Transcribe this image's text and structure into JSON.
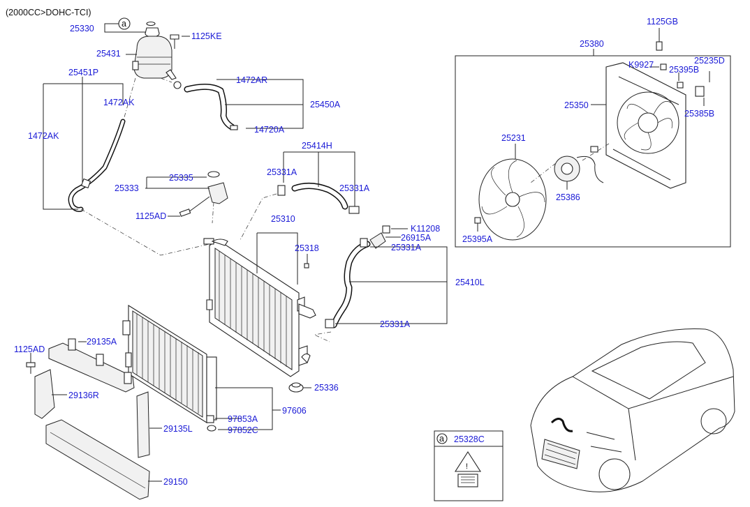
{
  "engine_note": "(2000CC>DOHC-TCI)",
  "callout_letter": "a",
  "inset": {
    "letter": "a",
    "part_no": "25328C"
  },
  "labels": {
    "p25330": "25330",
    "p1125KE": "1125KE",
    "p25431": "25431",
    "p25451P": "25451P",
    "p1472AK_1": "1472AK",
    "p1472AK_2": "1472AK",
    "p1472AR": "1472AR",
    "p25450A": "25450A",
    "p14720A": "14720A",
    "p25414H": "25414H",
    "p25331A_1": "25331A",
    "p25331A_2": "25331A",
    "p25335": "25335",
    "p25333": "25333",
    "p1125AD_1": "1125AD",
    "p25310": "25310",
    "p25318": "25318",
    "pK11208": "K11208",
    "p26915A": "26915A",
    "p25331A_3": "25331A",
    "p25410L": "25410L",
    "p25331A_4": "25331A",
    "p1125AD_2": "1125AD",
    "p29135A": "29135A",
    "p29136R": "29136R",
    "p25336": "25336",
    "p97606": "97606",
    "p97853A": "97853A",
    "p29135L": "29135L",
    "p97852C": "97852C",
    "p29150": "29150",
    "p1125GB": "1125GB",
    "p25380": "25380",
    "pK9927": "K9927",
    "p25395B": "25395B",
    "p25235D": "25235D",
    "p25350": "25350",
    "p25385B": "25385B",
    "p25231": "25231",
    "p25386": "25386",
    "p25395A": "25395A"
  }
}
